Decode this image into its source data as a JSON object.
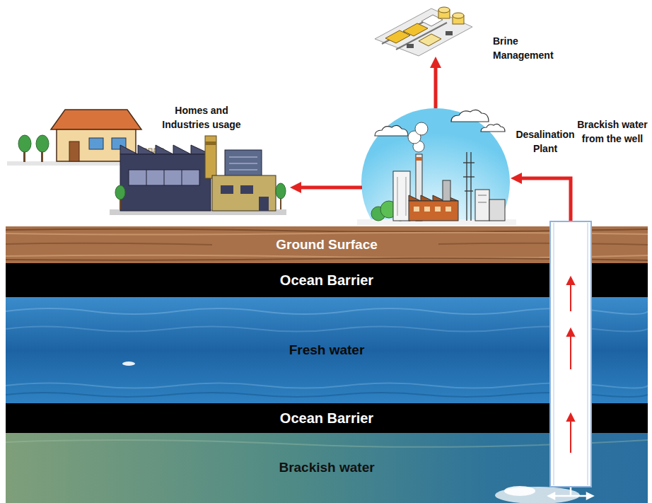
{
  "diagram": {
    "nodes": [
      {
        "text": [
          "Brine Management"
        ]
      },
      {
        "text": [
          "Homes and Industries usage"
        ]
      },
      {
        "text": [
          "Desalination Plant"
        ]
      },
      {
        "text": [
          "Brackish water from the well"
        ]
      },
      {
        "text": [
          "Ground Surface"
        ]
      },
      {
        "text": [
          "Ocean Barrier"
        ]
      },
      {
        "text": [
          "Fresh water"
        ]
      },
      {
        "text": [
          "Ocean Barrier"
        ]
      },
      {
        "text": [
          "Brackish water"
        ]
      }
    ],
    "edges": [
      {
        "from": 3,
        "to": 2,
        "arrow": "to"
      },
      {
        "from": 2,
        "to": 1,
        "arrow": "to"
      },
      {
        "from": 2,
        "to": 0,
        "arrow": "to"
      }
    ]
  }
}
